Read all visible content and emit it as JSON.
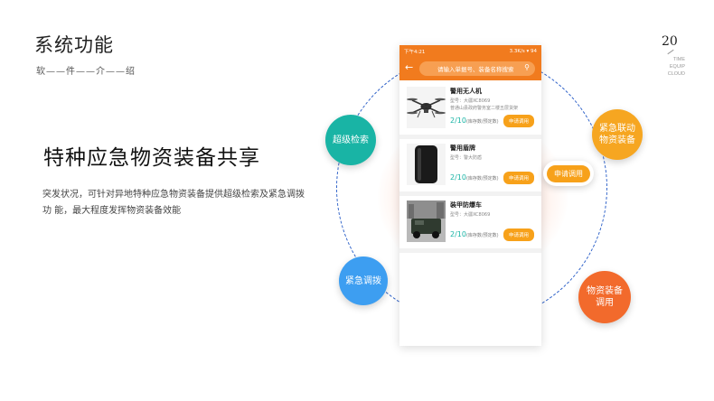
{
  "header": {
    "title": "系统功能",
    "subtitle": "软——件——介——绍",
    "page_number": "20",
    "brand_lines": [
      "TIME",
      "EQUIP",
      "CLOUD"
    ]
  },
  "main": {
    "heading": "特种应急物资装备共享",
    "description": "突发状况，可针对异地特种应急物资装备提供超级检索及紧急调拨功 能，最大程度发挥物资装备效能"
  },
  "bubbles": {
    "search": "超级检索",
    "dispatch": "紧急调拨",
    "linkage": "紧急联动物资装备",
    "allocate": "物资装备调用"
  },
  "apply_float": "申请调用",
  "phone": {
    "status_time": "下午4:21",
    "status_right": "3.3K/s ▾ 94",
    "search_placeholder": "请输入单据号、装备名称搜索",
    "items": [
      {
        "title": "警用无人机",
        "model": "型号：大疆XC8069",
        "address": "普通山县政府警务室二楼五层货架",
        "count": "2/10",
        "count_note": "(库存数/预定数)",
        "button": "申请调用"
      },
      {
        "title": "警用盾牌",
        "model": "型号：警大防盾",
        "address": "",
        "count": "2/10",
        "count_note": "(库存数/预定数)",
        "button": "申请调用"
      },
      {
        "title": "装甲防爆车",
        "model": "型号：大疆XC8069",
        "address": "",
        "count": "2/10",
        "count_note": "(库存数/预定数)",
        "button": "申请调用"
      }
    ]
  },
  "colors": {
    "brand_orange": "#f17b1e",
    "teal": "#19b4a5",
    "blue": "#3d9ef1",
    "amber": "#f6a621",
    "deep_orange": "#f26a2c",
    "ring_blue": "#2f62c9"
  }
}
